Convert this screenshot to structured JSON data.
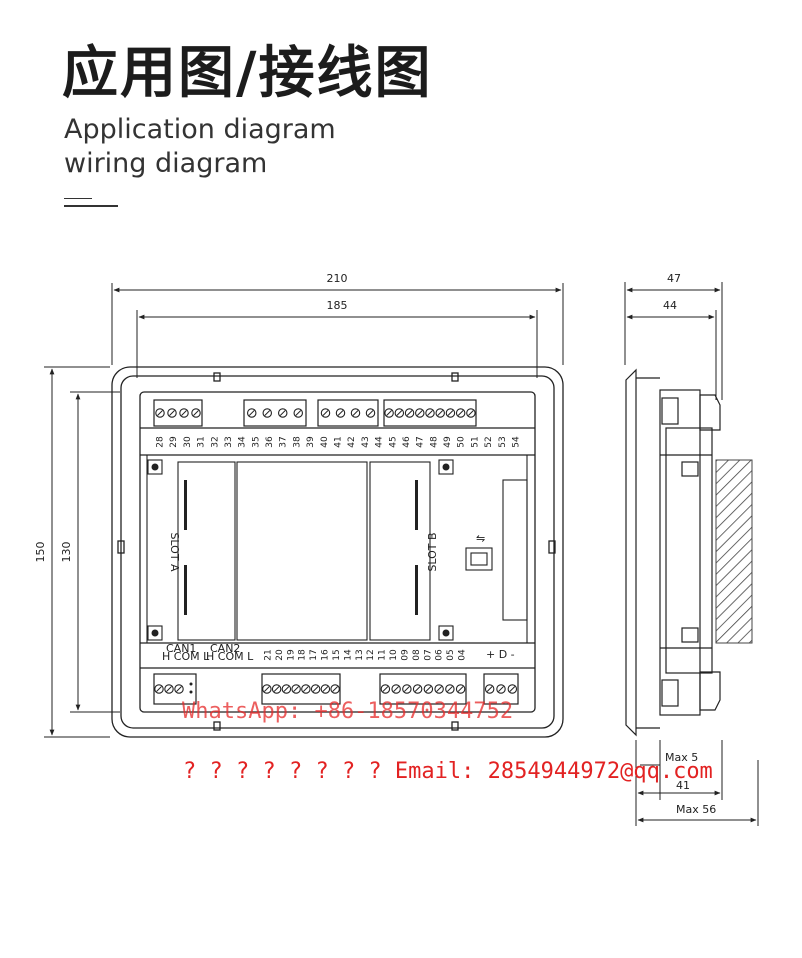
{
  "header": {
    "title_zh": "应用图/接线图",
    "title_en_1": "Application diagram",
    "title_en_2": "wiring diagram"
  },
  "dimensions": {
    "width_outer": "210",
    "width_inner": "185",
    "height_outer": "150",
    "height_inner": "130",
    "depth_outer": "47",
    "depth_inner": "44",
    "max5": "Max 5",
    "d41": "41",
    "max56": "Max 56"
  },
  "front_panel": {
    "slot_a": "SLOT A",
    "slot_b": "SLOT B",
    "top_terminals": [
      "28",
      "29",
      "30",
      "31",
      "32",
      "33",
      "34",
      "35",
      "36",
      "37",
      "38",
      "39",
      "40",
      "41",
      "42",
      "43",
      "44",
      "45",
      "46",
      "47",
      "48",
      "49",
      "50",
      "51",
      "52",
      "53",
      "54"
    ],
    "bottom_terminals": [
      "21",
      "20",
      "19",
      "18",
      "17",
      "16",
      "15",
      "14",
      "13",
      "12",
      "11",
      "10",
      "09",
      "08",
      "07",
      "06",
      "05",
      "04"
    ],
    "bottom_left_labels": [
      "CAN1",
      "H COM L",
      "CAN2",
      "H COM L"
    ],
    "power_label": "+ D -"
  },
  "watermark": {
    "line1": "WhatsApp: +86-18570344752",
    "line2": "? ? ? ? ? ? ? ? Email:  2854944972@qq.com"
  },
  "colors": {
    "line": "#222222",
    "watermark": "#e22222"
  }
}
